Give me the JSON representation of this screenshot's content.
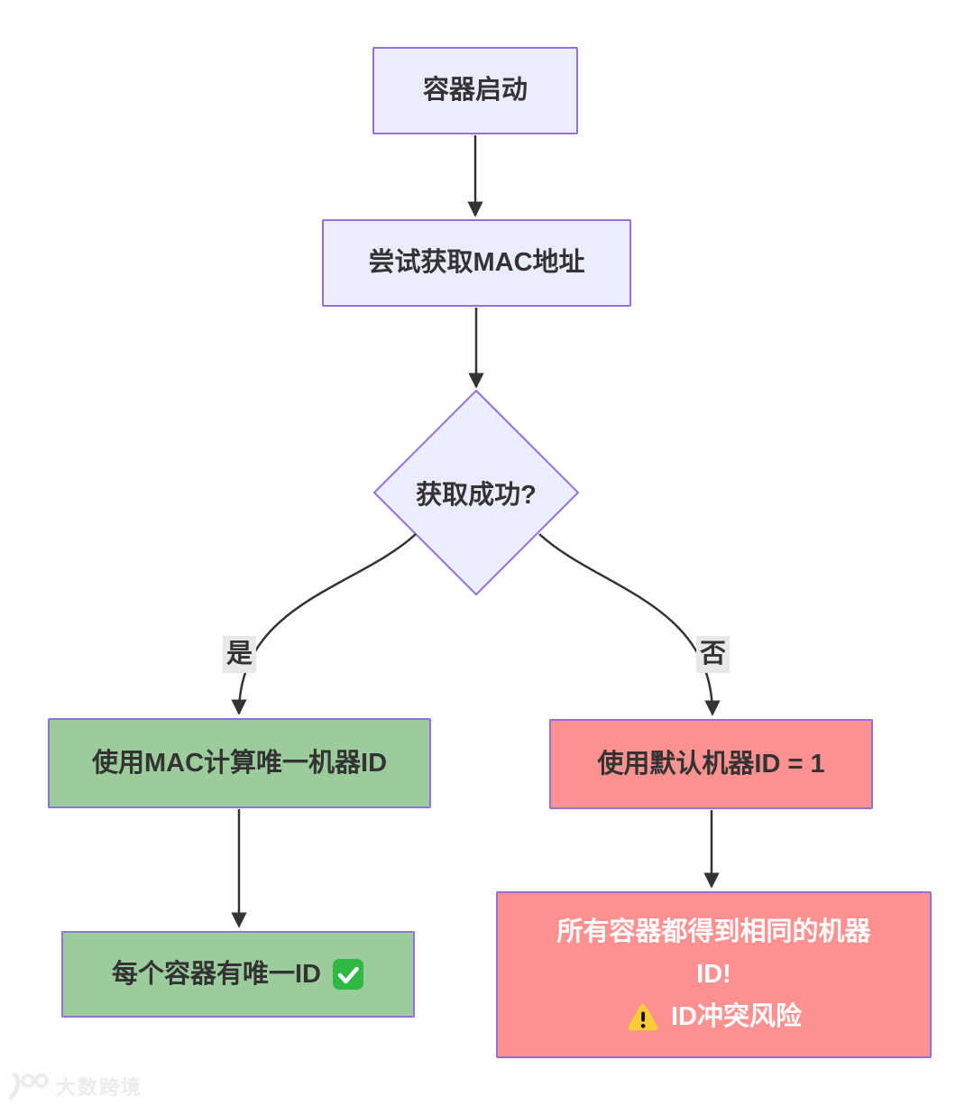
{
  "diagram": {
    "nodes": {
      "start": {
        "label": "容器启动"
      },
      "get_mac": {
        "label": "尝试获取MAC地址"
      },
      "decision": {
        "label": "获取成功?"
      },
      "unique_id": {
        "label": "使用MAC计算唯一机器ID"
      },
      "default_id": {
        "label": "使用默认机器ID = 1"
      },
      "unique_ok": {
        "label": "每个容器有唯一ID",
        "icon": "check-icon"
      },
      "conflict": {
        "lines": [
          "所有容器都得到相同的机器",
          "ID!",
          "ID冲突风险"
        ],
        "icon": "warning-icon"
      }
    },
    "edge_labels": {
      "yes": "是",
      "no": "否"
    },
    "colors": {
      "node_fill": "#ECECFF",
      "node_border": "#9370DB",
      "success_fill": "#9CCB9C",
      "danger_fill": "#FB9191",
      "edge": "#333333",
      "edge_label_bg": "#E8E8E8",
      "text_dark": "#333333",
      "text_light": "#FFFFFF",
      "check_green": "#2FB944",
      "warning_yellow": "#FDCB35"
    }
  },
  "watermark": {
    "logo": "100",
    "text": "大数跨境"
  }
}
